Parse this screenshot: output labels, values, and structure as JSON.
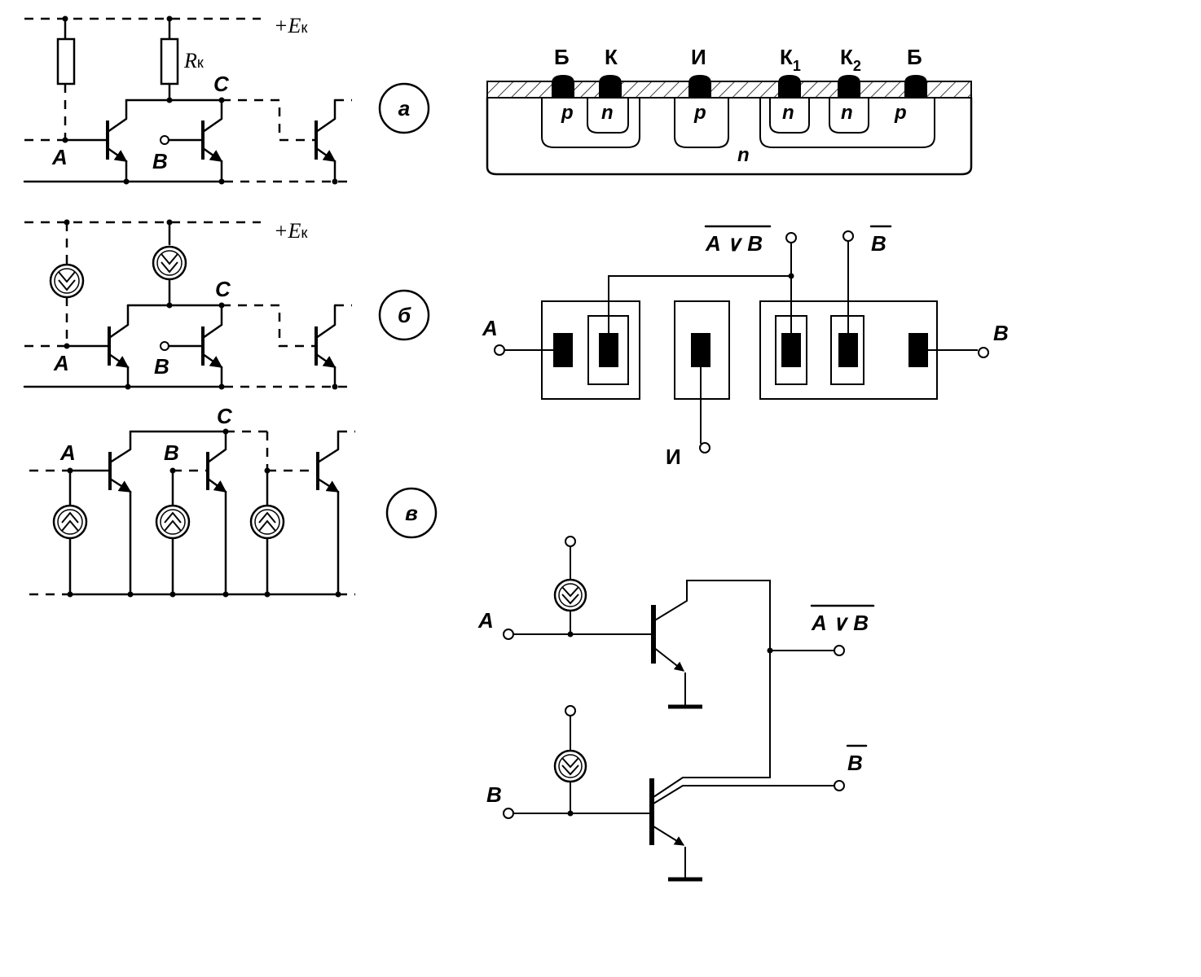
{
  "supply": {
    "plus": "+",
    "e": "E",
    "sub": "к"
  },
  "rk": {
    "r": "R",
    "sub": "к"
  },
  "panels": {
    "a": {
      "letter": "а",
      "in1": "A",
      "in2": "B",
      "out": "C"
    },
    "b": {
      "letter": "б",
      "in1": "A",
      "in2": "B",
      "out": "C"
    },
    "v": {
      "letter": "в",
      "in1": "A",
      "in2": "B",
      "out": "C"
    }
  },
  "section": {
    "top": [
      "Б",
      "К",
      "И",
      "К",
      "К",
      "Б"
    ],
    "k1sub": "1",
    "k2sub": "2",
    "regions": [
      "p",
      "n",
      "p",
      "n",
      "n",
      "p"
    ],
    "substrate": "n"
  },
  "topology": {
    "out1": "A ∨ B",
    "out2": "B",
    "in_a": "A",
    "in_b": "B",
    "inj": "И"
  },
  "equiv": {
    "in_a": "A",
    "in_b": "B",
    "out1": "A ∨ B",
    "out2": "B"
  }
}
